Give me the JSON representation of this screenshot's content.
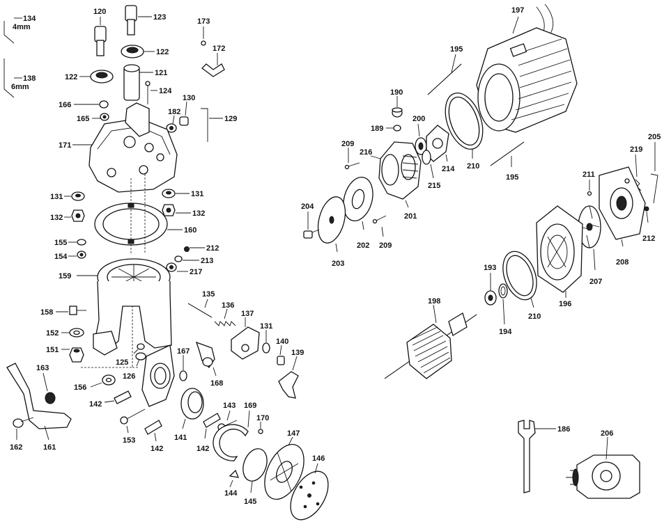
{
  "diagram": {
    "callouts": {
      "c120": "120",
      "c123": "123",
      "c134": "134",
      "c134s": "4mm",
      "c138": "138",
      "c138s": "6mm",
      "c122a": "122",
      "c122b": "122",
      "c121": "121",
      "c124": "124",
      "c173": "173",
      "c172": "172",
      "c166": "166",
      "c165": "165",
      "c130": "130",
      "c182": "182",
      "c129": "129",
      "c171": "171",
      "c131a": "131",
      "c131b": "131",
      "c132a": "132",
      "c132b": "132",
      "c160": "160",
      "c155": "155",
      "c154": "154",
      "c212a": "212",
      "c213": "213",
      "c217": "217",
      "c159": "159",
      "c135": "135",
      "c136": "136",
      "c137": "137",
      "c131c": "131",
      "c140": "140",
      "c139": "139",
      "c158": "158",
      "c152": "152",
      "c151": "151",
      "c125": "125",
      "c126": "126",
      "c167": "167",
      "c168": "168",
      "c163": "163",
      "c156": "156",
      "c142a": "142",
      "c142b": "142",
      "c142c": "142",
      "c153": "153",
      "c141": "141",
      "c143": "143",
      "c169": "169",
      "c170": "170",
      "c147": "147",
      "c146": "146",
      "c144": "144",
      "c145": "145",
      "c162": "162",
      "c161": "161",
      "c197": "197",
      "c195a": "195",
      "c195b": "195",
      "c190": "190",
      "c189": "189",
      "c200": "200",
      "c209a": "209",
      "c209b": "209",
      "c216": "216",
      "c215": "215",
      "c214": "214",
      "c210a": "210",
      "c210b": "210",
      "c204": "204",
      "c203": "203",
      "c202": "202",
      "c201": "201",
      "c205": "205",
      "c219": "219",
      "c211": "211",
      "c212b": "212",
      "c208": "208",
      "c207": "207",
      "c196": "196",
      "c193": "193",
      "c194": "194",
      "c198": "198",
      "c186": "186",
      "c206": "206"
    }
  }
}
